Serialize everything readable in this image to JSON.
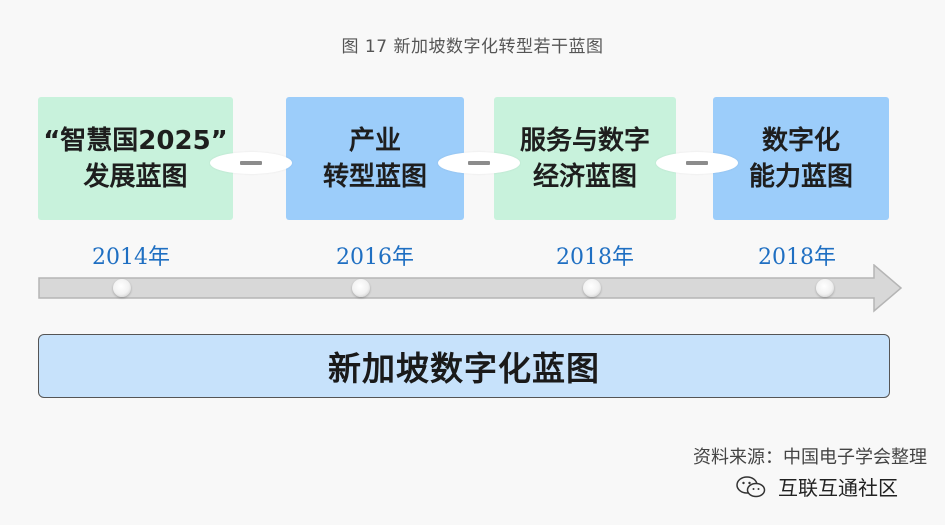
{
  "figure_title": "图 17 新加坡数字化转型若干蓝图",
  "cards": [
    {
      "text": "“智慧国2025”\n发展蓝图",
      "color": "#c8f2dc"
    },
    {
      "text": "产业\n转型蓝图",
      "color": "#9ccdfa"
    },
    {
      "text": "服务与数字\n经济蓝图",
      "color": "#c8f2dc"
    },
    {
      "text": "数字化\n能力蓝图",
      "color": "#9ccdfa"
    }
  ],
  "timeline_years": [
    "2014年",
    "2016年",
    "2018年",
    "2018年"
  ],
  "banner": "新加坡数字化蓝图",
  "source": "资料来源：中国电子学会整理",
  "watermark": "互联互通社区",
  "colors": {
    "green_card": "#c8f2dc",
    "blue_card": "#9ccdfa",
    "year_text": "#1f6fc2",
    "banner_fill": "#c7e2fb",
    "arrow_fill": "#d8d8d8"
  }
}
